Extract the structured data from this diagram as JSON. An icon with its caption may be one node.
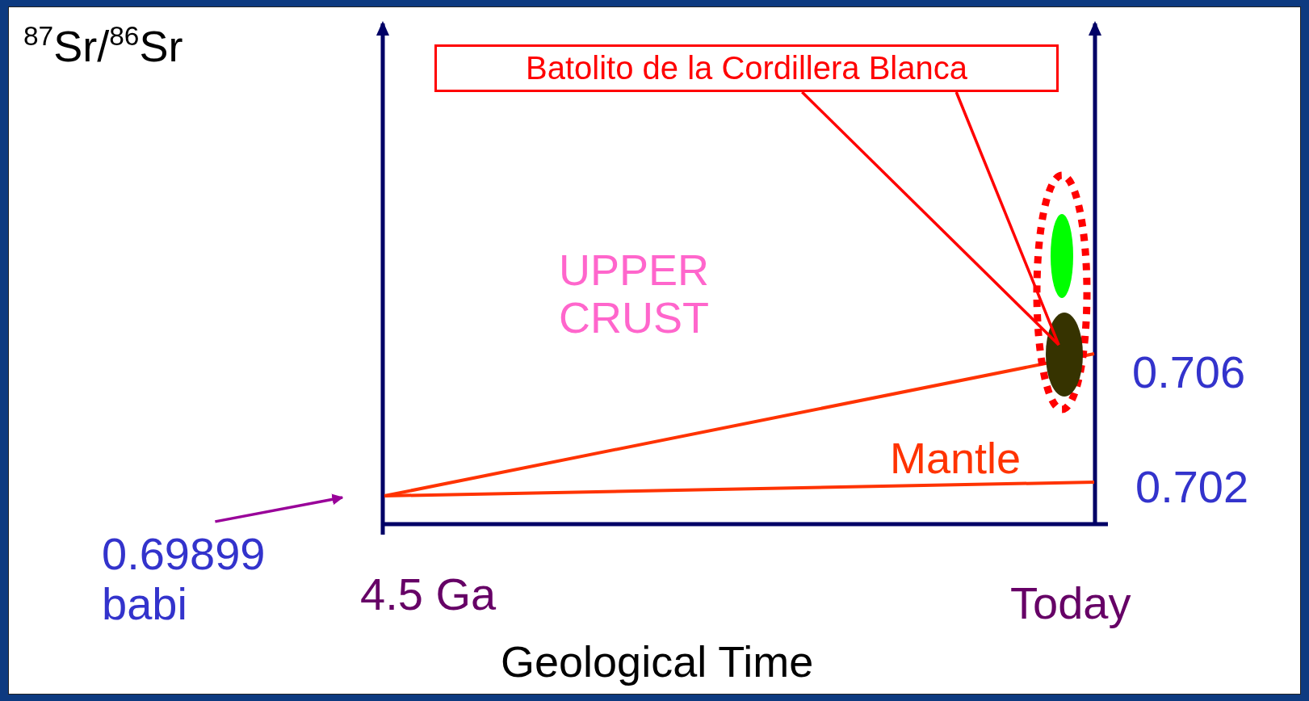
{
  "diagram": {
    "nodes": [
      {
        "text": [
          "Batolito de la Cordillera Blanca"
        ]
      },
      {
        "text": [],
        "shape": "ellipse"
      },
      {
        "text": [],
        "shape": "ellipse",
        "in": 1
      },
      {
        "text": [],
        "shape": "ellipse",
        "in": 1
      },
      {
        "text": [
          "0.69899 babi"
        ]
      }
    ],
    "edges": [
      {
        "from": 0,
        "to": 3,
        "arrow": "none"
      },
      {
        "from": 0,
        "to": 3,
        "arrow": "none"
      },
      {
        "from": 4,
        "to": null,
        "arrow": "to",
        "color": "#990099"
      }
    ],
    "labels": [
      "$^{87}$Sr/$^{86}$Sr",
      "UPPER CRUST",
      "0.706",
      "Mantle",
      "0.702",
      "4.5 Ga",
      "Today",
      "Geological Time"
    ]
  }
}
